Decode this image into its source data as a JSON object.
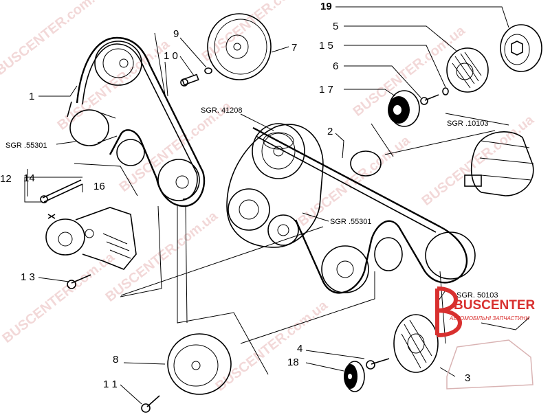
{
  "callouts": {
    "n1": "1",
    "n2": "2",
    "n3": "3",
    "n4": "4",
    "n5": "5",
    "n6": "6",
    "n7": "7",
    "n8": "8",
    "n9": "9",
    "n10": "1 0",
    "n11": "1 1",
    "n12": "12",
    "n13": "1 3",
    "n14": "14",
    "n15": "1 5",
    "n16": "16",
    "n17": "1 7",
    "n18": "18",
    "n19": "19"
  },
  "refs": {
    "sgr55301_left": "SGR .55301",
    "sgr41208": "SGR. 41208",
    "sgr55301_mid": "SGR .55301",
    "sgr10103": "SGR .10103",
    "sgr50103": "SGR. 50103"
  },
  "watermark": {
    "text": "BUSCENTER.com.ua",
    "logo_name": "BUSCENTER",
    "logo_tagline": "АВТОМОБІЛЬНІ ЗАПЧАСТИНИ",
    "color": "#d8302f"
  }
}
